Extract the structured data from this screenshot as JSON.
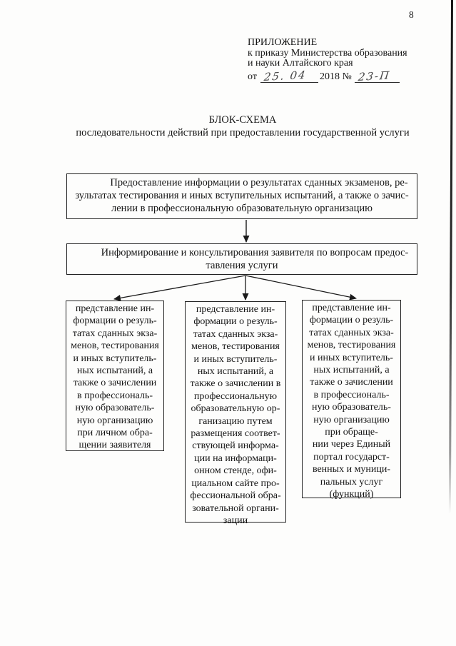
{
  "colors": {
    "ink": "#1a1a1a",
    "handwriting": "#454545",
    "paper": "#fdfdfc"
  },
  "page": {
    "number": "8"
  },
  "header": {
    "line1": "ПРИЛОЖЕНИЕ",
    "line2": "к приказу Министерства образования",
    "line3": "и науки Алтайского края",
    "date_prefix": "от",
    "date_handwritten": "25. 04",
    "year_and_no": "2018 №",
    "number_handwritten": "23-П"
  },
  "title": {
    "line1": "БЛОК-СХЕМА",
    "line2": "последовательности действий при предоставлении государственной услуги"
  },
  "flowchart": {
    "box1": "Предоставление информации о результатах сданных экзаменов, ре-\nзультатах тестирования и иных вступительных испытаний, а также о зачис-\nлении в профессиональную образовательную организацию",
    "box2": "Информирование и консультирования заявителя по вопросам предос-\nтавления услуги",
    "box_left": "представление ин-\nформации о резуль-\nтатах сданных экза-\nменов, тестирования\nи иных вступитель-\nных испытаний, а\nтакже о зачислении\nв профессиональ-\nную образователь-\nную организацию\nпри личном обра-\nщении заявителя",
    "box_middle": "представление ин-\nформации о резуль-\nтатах сданных экза-\nменов, тестирования\nи иных вступитель-\nных испытаний, а\nтакже о зачислении в\nпрофессиональную\nобразовательную ор-\nганизацию путем\nразмещения соответ-\nствующей информа-\nции на информаци-\nонном стенде, офи-\nциальном сайте про-\nфессиональной обра-\nзовательной органи-\nзации",
    "box_right": "представление ин-\nформации о резуль-\nтатах сданных экза-\nменов, тестирования\nи иных вступитель-\nных испытаний, а\nтакже о зачислении\nв профессиональ-\nную образователь-\nную организацию\nпри обраще-\nнии через Единый\nпортал государст-\nвенных и муници-\nпальных услуг\n(функций)"
  }
}
